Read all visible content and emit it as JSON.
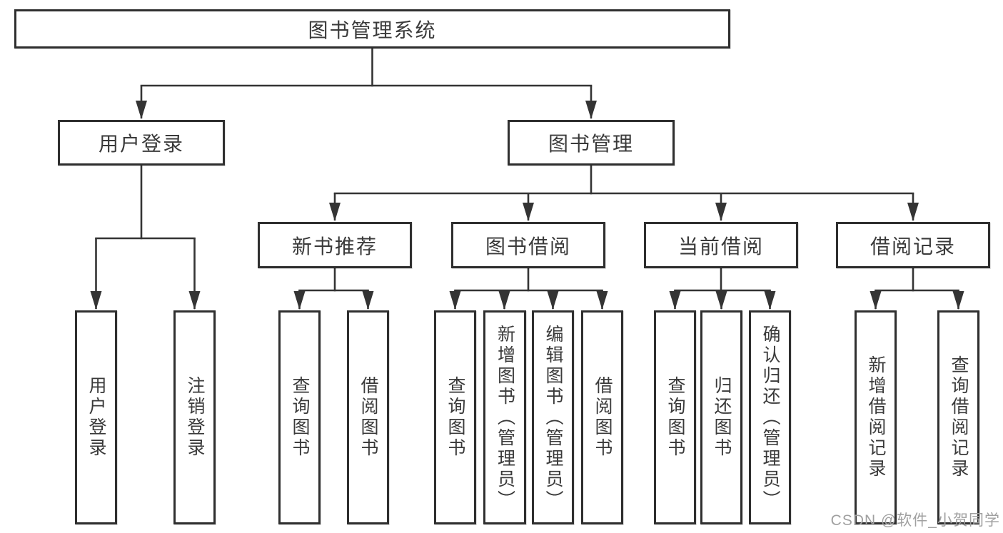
{
  "diagram": {
    "root": "图书管理系统",
    "level2": {
      "user_login": "用户登录",
      "book_management": "图书管理"
    },
    "level3": {
      "new_book_recommend": "新书推荐",
      "book_borrowing": "图书借阅",
      "current_borrowing": "当前借阅",
      "borrowing_records": "借阅记录"
    },
    "leaves": {
      "user_login": [
        "用户登录",
        "注销登录"
      ],
      "new_book_recommend": [
        "查询图书",
        "借阅图书"
      ],
      "book_borrowing": [
        "查询图书",
        "新增图书（管理员）",
        "编辑图书（管理员）",
        "借阅图书"
      ],
      "current_borrowing": [
        "查询图书",
        "归还图书",
        "确认归还（管理员）"
      ],
      "borrowing_records": [
        "新增借阅记录",
        "查询借阅记录"
      ]
    }
  },
  "watermark": "CSDN @软件_小贺同学",
  "colors": {
    "line": "#343434",
    "box_border": "#2f2f2f",
    "text": "#3a3a3a",
    "watermark": "#a0a0a0",
    "background": "#ffffff"
  }
}
